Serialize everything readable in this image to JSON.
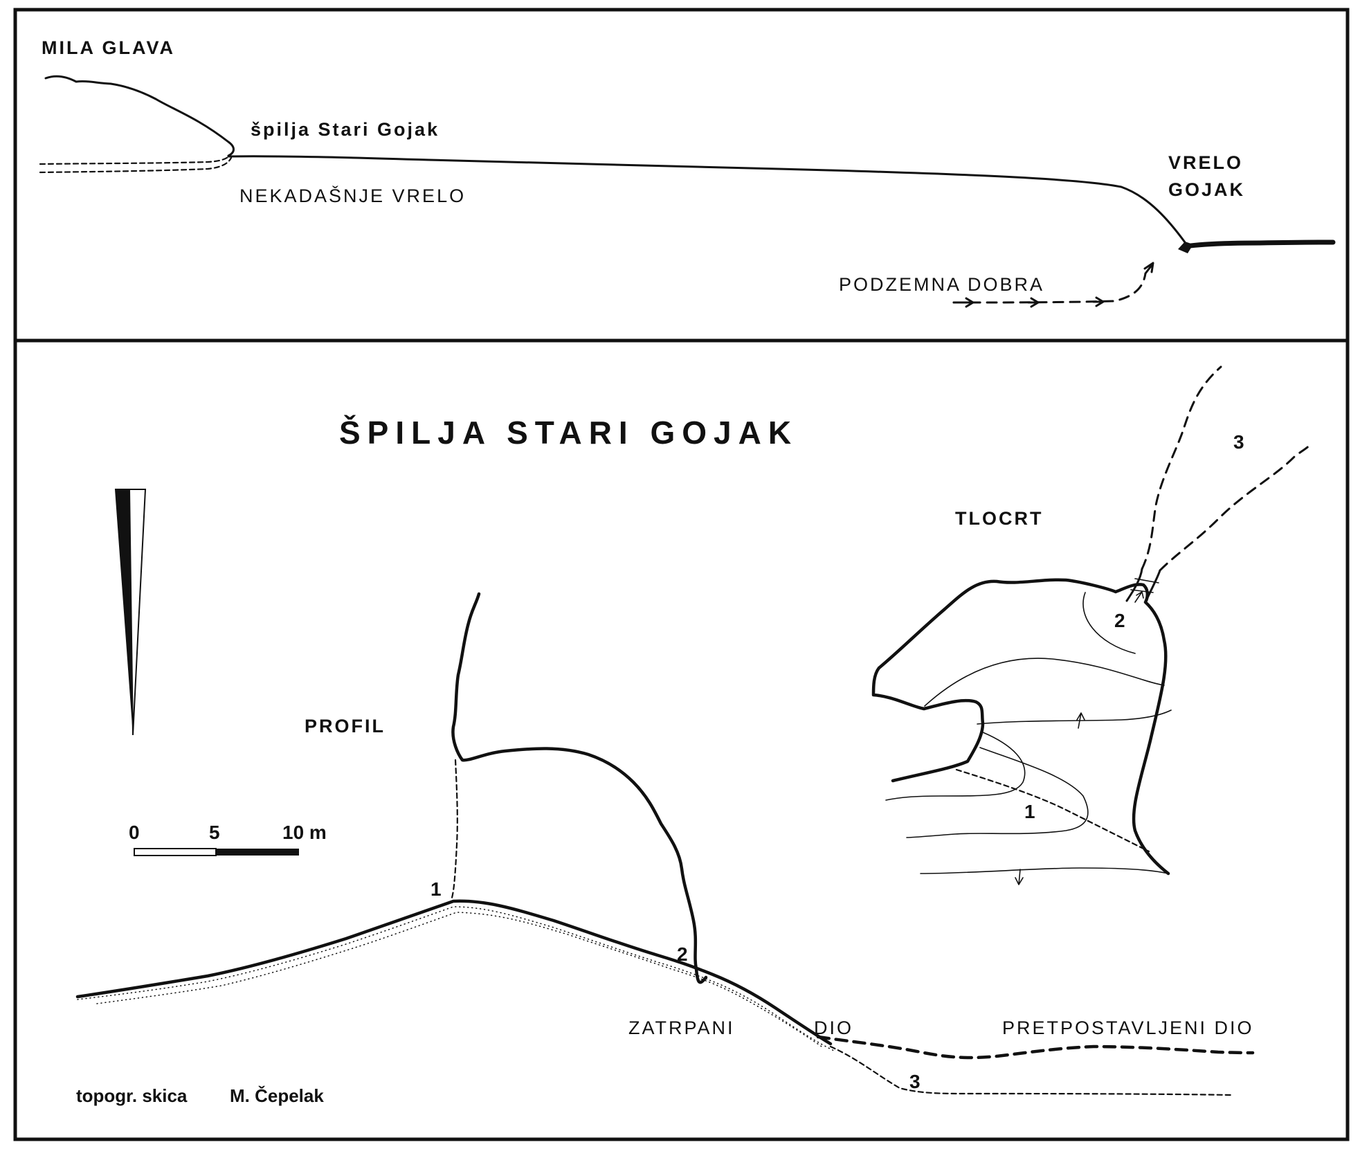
{
  "top_panel": {
    "mountain_label": "MILA GLAVA",
    "cave_label": "špilja Stari Gojak",
    "former_spring_label": "NEKADAŠNJE VRELO",
    "spring_label_line1": "VRELO",
    "spring_label_line2": "GOJAK",
    "underground_label": "PODZEMNA DOBRA"
  },
  "bottom_panel": {
    "title": "ŠPILJA STARI GOJAK",
    "profile_label": "PROFIL",
    "plan_label": "TLOCRT",
    "scale": {
      "tick_0": "0",
      "tick_5": "5",
      "tick_10": "10 m"
    },
    "point_labels": {
      "p1": "1",
      "p2": "2",
      "p3": "3"
    },
    "filled_part_label_a": "ZATRPANI",
    "filled_part_label_b": "DIO",
    "assumed_part_label": "PRETPOSTAVLJENI DIO",
    "credit_left": "topogr. skica",
    "credit_right": "M. Čepelak"
  },
  "icons": [
    "north-arrow-icon",
    "flow-arrow-icon"
  ],
  "colors": {
    "ink": "#111111",
    "paper": "#ffffff"
  }
}
